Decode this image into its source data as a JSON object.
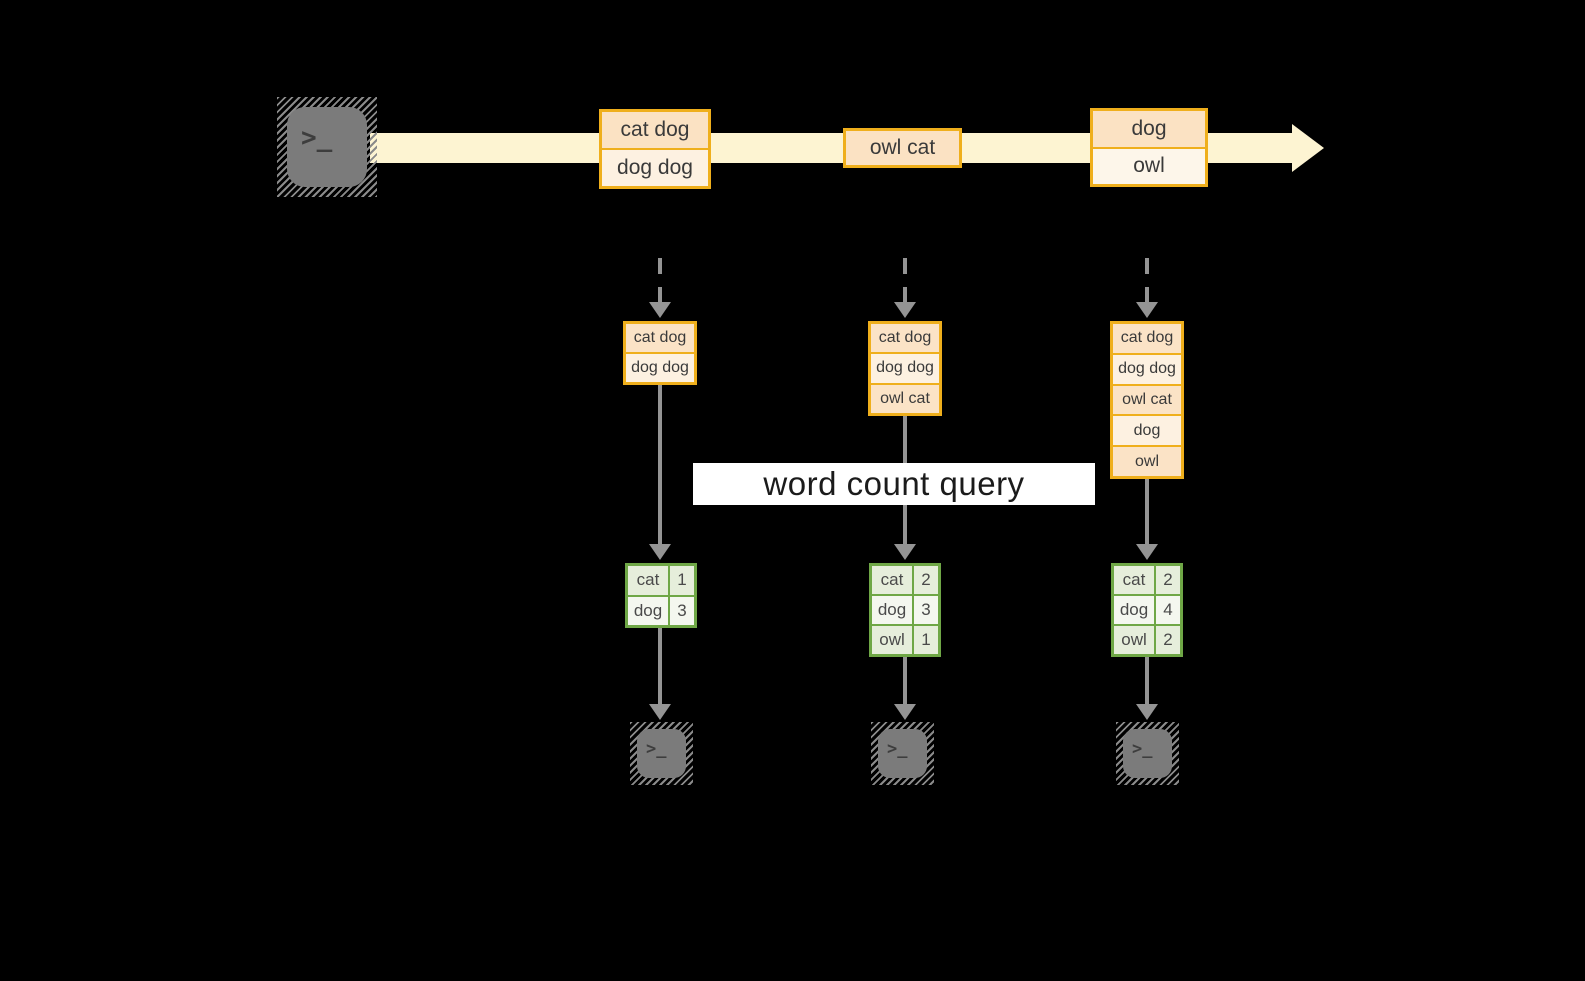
{
  "query": {
    "label": "word count query"
  },
  "stream": {
    "batches": [
      {
        "lines": [
          "cat dog",
          "dog dog"
        ]
      },
      {
        "lines": [
          "owl cat"
        ]
      },
      {
        "lines": [
          "dog",
          "owl"
        ]
      }
    ]
  },
  "columns": [
    {
      "accumulated": [
        "cat dog",
        "dog dog"
      ],
      "counts": [
        {
          "word": "cat",
          "count": "1"
        },
        {
          "word": "dog",
          "count": "3"
        }
      ]
    },
    {
      "accumulated": [
        "cat dog",
        "dog dog",
        "owl cat"
      ],
      "counts": [
        {
          "word": "cat",
          "count": "2"
        },
        {
          "word": "dog",
          "count": "3"
        },
        {
          "word": "owl",
          "count": "1"
        }
      ]
    },
    {
      "accumulated": [
        "cat dog",
        "dog dog",
        "owl cat",
        "dog",
        "owl"
      ],
      "counts": [
        {
          "word": "cat",
          "count": "2"
        },
        {
          "word": "dog",
          "count": "4"
        },
        {
          "word": "owl",
          "count": "2"
        }
      ]
    }
  ],
  "icons": {
    "source": "terminal-icon",
    "sinks": [
      "terminal-icon",
      "terminal-icon",
      "terminal-icon"
    ],
    "prompt_glyph": ">_"
  },
  "colors": {
    "background": "#000000",
    "stream_band": "#fdf4d2",
    "gold_border": "#efaf1c",
    "record_peach": "#fbe2c3",
    "record_cream": "#fdf1e1",
    "green_border": "#6fa746",
    "table_sage": "#e6eedb",
    "table_light": "#f4f7ef",
    "arrow_gray": "#949494",
    "terminal_gray": "#7b7b7b",
    "query_bg": "#ffffff"
  }
}
